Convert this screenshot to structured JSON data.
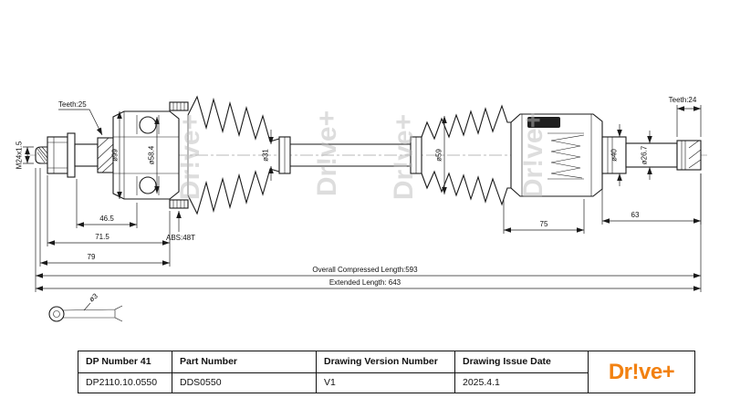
{
  "drawing": {
    "watermark": "Dr!ve+",
    "labels": {
      "teeth_left": "Teeth:25",
      "thread_spec": "M24x1.5",
      "dia_99": "ø99",
      "dia_58_4": "ø58.4",
      "dia_31": "ø31",
      "dia_59": "ø59",
      "dia_40": "ø40",
      "dia_26_7": "ø26.7",
      "teeth_right": "Teeth:24",
      "len_46_5": "46.5",
      "abs_ring": "ABS:48T",
      "len_71_5": "71.5",
      "len_79": "79",
      "len_75": "75",
      "len_63": "63",
      "overall_length": "Overall Compressed Length:593",
      "extended_length": "Extended Length: 643",
      "pin_dia": "ø3"
    }
  },
  "title_block": {
    "headers": [
      "DP Number 41",
      "Part Number",
      "Drawing Version Number",
      "Drawing Issue Date"
    ],
    "values": [
      "DP2110.10.0550",
      "DDS0550",
      "V1",
      "2025.4.1"
    ],
    "logo": "Dr!ve+",
    "colors": {
      "logo_orange": "#F28111",
      "line_black": "#1a1a1a"
    }
  }
}
